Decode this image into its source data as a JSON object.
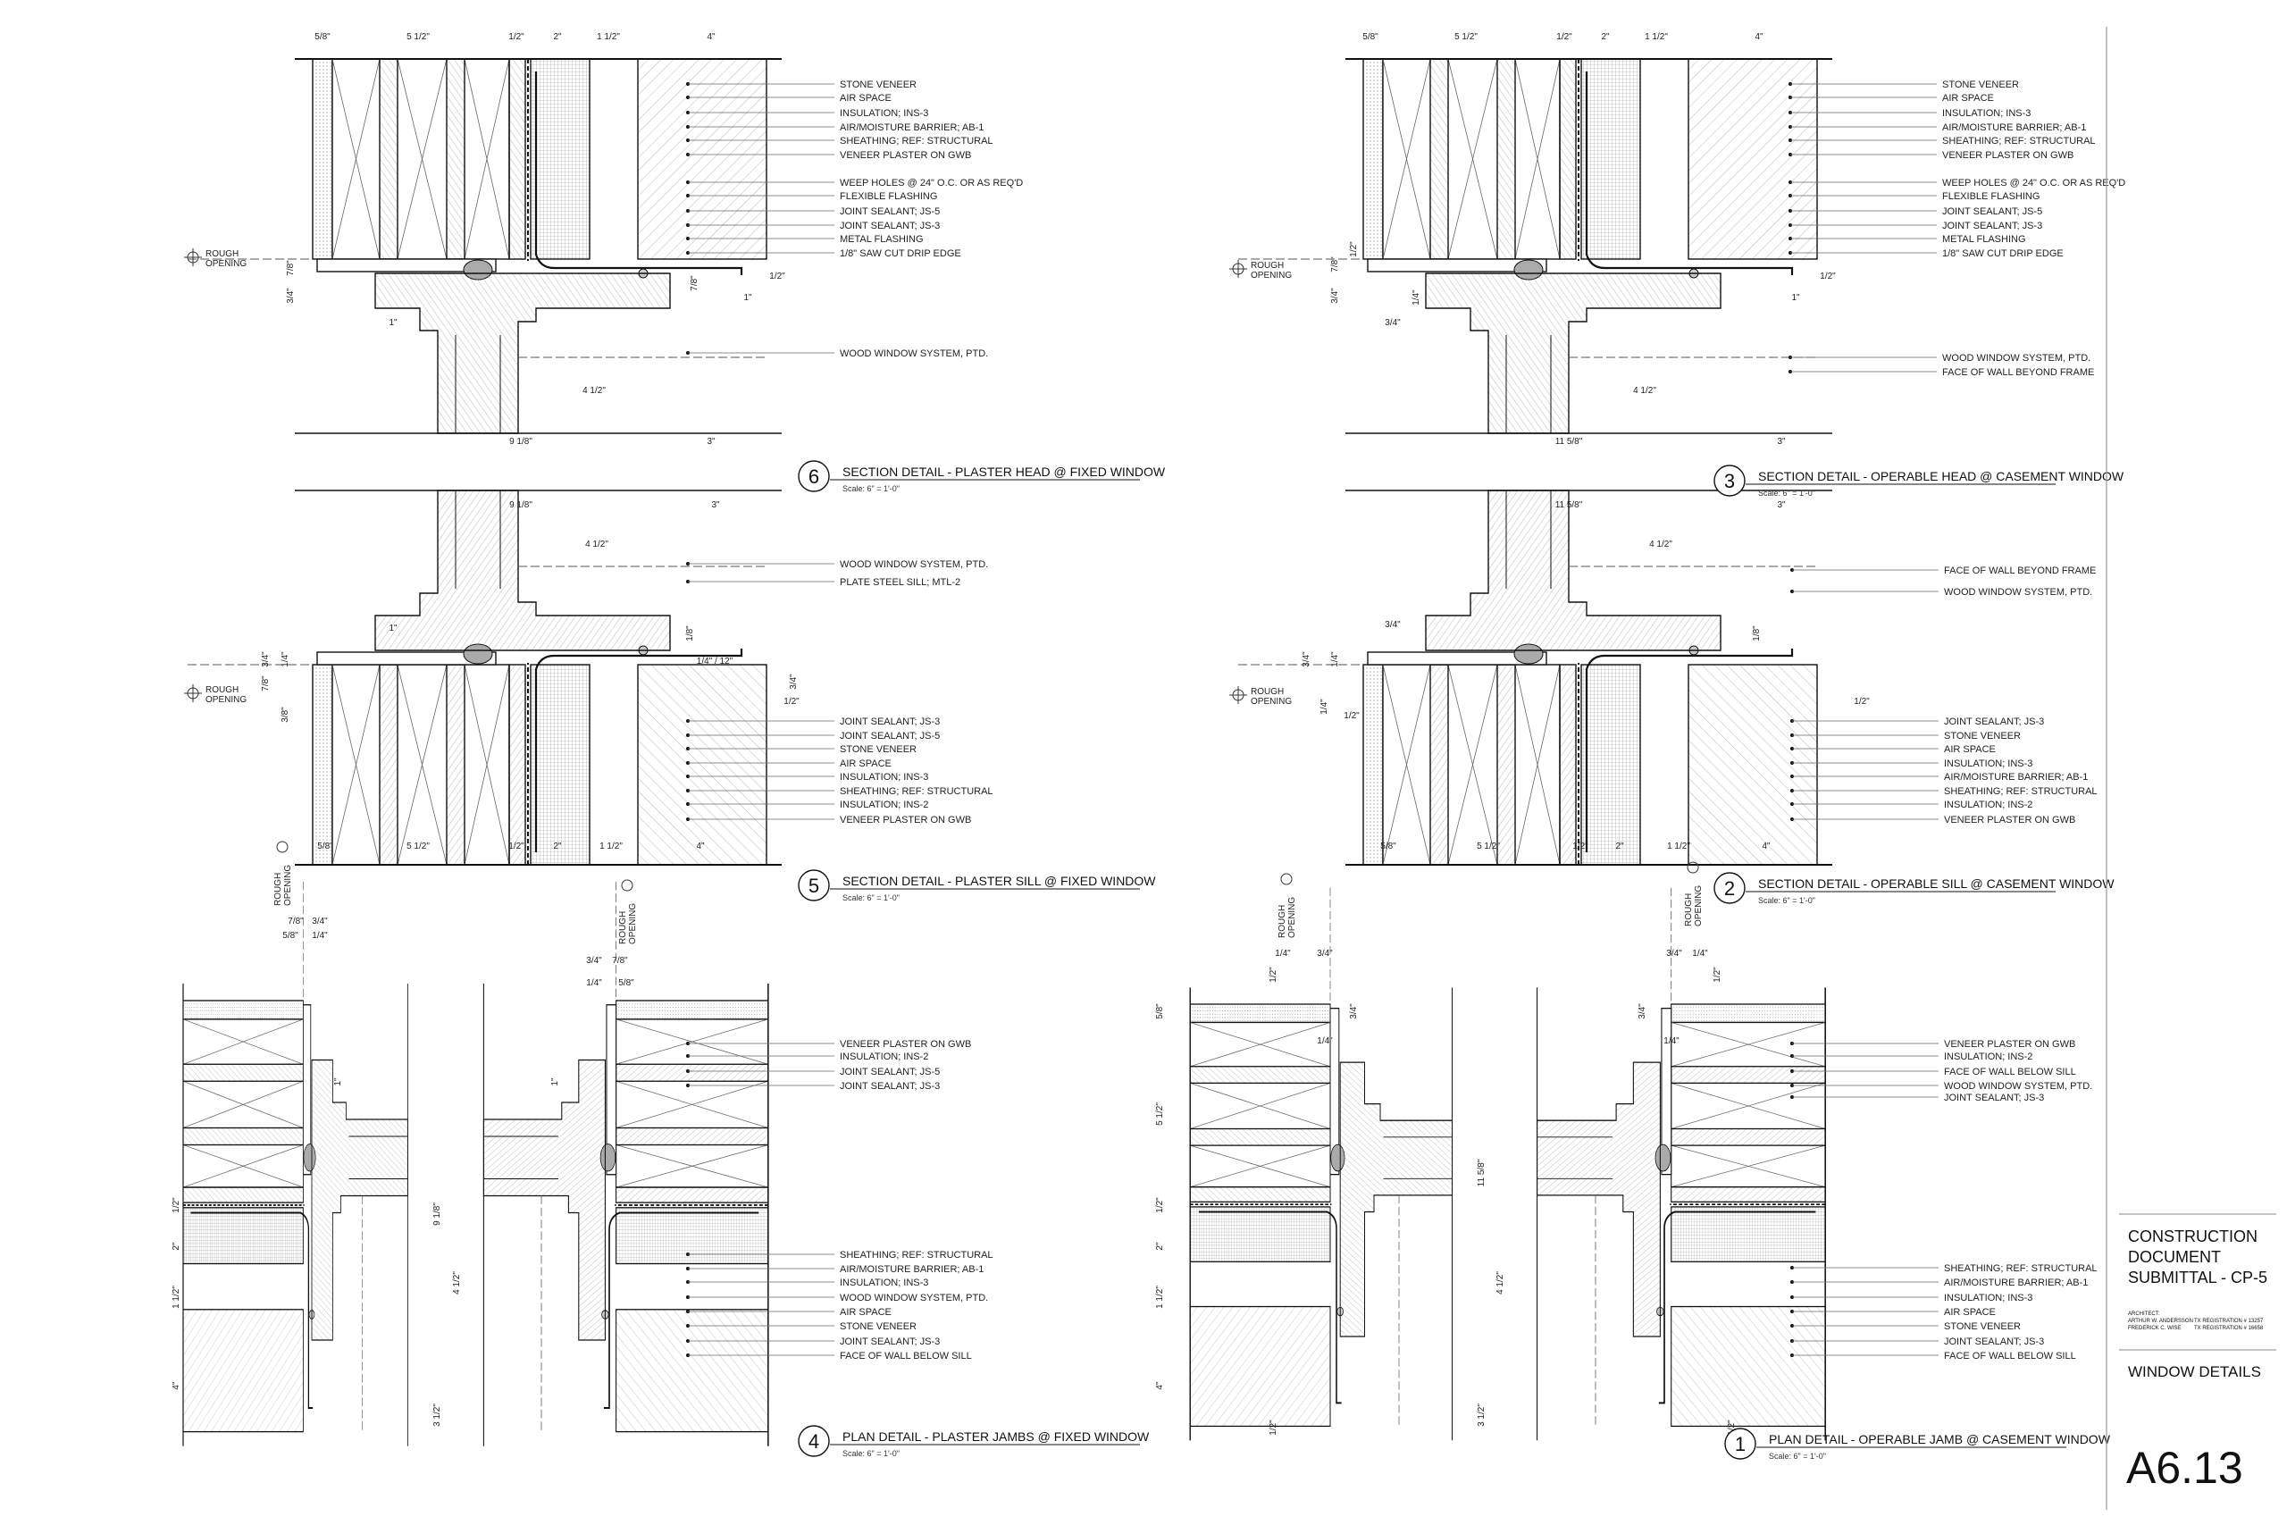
{
  "sheet": {
    "title_lines": [
      "CONSTRUCTION",
      "DOCUMENT",
      "SUBMITTAL - CP-5"
    ],
    "architect_label": "ARCHITECT:",
    "architects": [
      {
        "name": "ARTHUR W. ANDERSSON",
        "reg": "TX REGISTRATION # 13257"
      },
      {
        "name": "FREDERICK C. WISE",
        "reg": "TX REGISTRATION # 16658"
      }
    ],
    "drawing_title": "WINDOW DETAILS",
    "sheet_number": "A6.13"
  },
  "rough_opening": [
    "ROUGH",
    "OPENING"
  ],
  "details": [
    {
      "number": "6",
      "title": "SECTION DETAIL - PLASTER HEAD @ FIXED WINDOW",
      "scale": "Scale:  6\" = 1'-0\"",
      "labels": [
        "STONE VENEER",
        "AIR SPACE",
        "INSULATION; INS-3",
        "AIR/MOISTURE BARRIER; AB-1",
        "SHEATHING; REF: STRUCTURAL",
        "VENEER PLASTER ON GWB",
        "WEEP HOLES @ 24\" O.C. OR AS REQ'D",
        "FLEXIBLE FLASHING",
        "JOINT SEALANT; JS-5",
        "JOINT SEALANT; JS-3",
        "METAL FLASHING",
        "1/8\" SAW CUT DRIP EDGE",
        "WOOD WINDOW SYSTEM, PTD."
      ],
      "dims": [
        "5/8\"",
        "5 1/2\"",
        "1/2\"",
        "2\"",
        "1 1/2\"",
        "4\"",
        "7/8\"",
        "3/4\"",
        "1\"",
        "4 1/2\"",
        "9 1/8\"",
        "3\"",
        "1/2\"",
        "7/8\"",
        "1\""
      ]
    },
    {
      "number": "3",
      "title": "SECTION DETAIL - OPERABLE HEAD @ CASEMENT WINDOW",
      "scale": "Scale:  6\" = 1'-0\"",
      "labels": [
        "STONE VENEER",
        "AIR SPACE",
        "INSULATION; INS-3",
        "AIR/MOISTURE BARRIER; AB-1",
        "SHEATHING; REF: STRUCTURAL",
        "VENEER PLASTER ON GWB",
        "WEEP HOLES @ 24\" O.C. OR AS REQ'D",
        "FLEXIBLE FLASHING",
        "JOINT SEALANT; JS-5",
        "JOINT SEALANT; JS-3",
        "METAL FLASHING",
        "1/8\" SAW CUT DRIP EDGE",
        "WOOD WINDOW SYSTEM, PTD.",
        "FACE OF WALL BEYOND FRAME"
      ],
      "dims": [
        "5/8\"",
        "5 1/2\"",
        "1/2\"",
        "2\"",
        "1 1/2\"",
        "4\"",
        "1/2\"",
        "7/8\"",
        "3/4\"",
        "1/4\"",
        "3/4\"",
        "4 1/2\"",
        "11 5/8\"",
        "3\"",
        "1/2\"",
        "1\""
      ]
    },
    {
      "number": "5",
      "title": "SECTION DETAIL - PLASTER SILL @ FIXED WINDOW",
      "scale": "Scale:  6\" = 1'-0\"",
      "labels": [
        "WOOD WINDOW SYSTEM, PTD.",
        "PLATE STEEL SILL; MTL-2",
        "JOINT SEALANT; JS-3",
        "JOINT SEALANT; JS-5",
        "STONE VENEER",
        "AIR SPACE",
        "INSULATION; INS-3",
        "SHEATHING; REF: STRUCTURAL",
        "INSULATION; INS-2",
        "VENEER PLASTER ON GWB"
      ],
      "dims": [
        "9 1/8\"",
        "3\"",
        "4 1/2\"",
        "1\"",
        "3/4\"",
        "1/4\"",
        "7/8\"",
        "3/8\"",
        "1/8\"",
        "1/4\" / 12\"",
        "3/4\"",
        "1/2\"",
        "5/8\"",
        "5 1/2\"",
        "1/2\"",
        "2\"",
        "1 1/2\"",
        "4\""
      ]
    },
    {
      "number": "2",
      "title": "SECTION DETAIL - OPERABLE SILL @ CASEMENT WINDOW",
      "scale": "Scale:  6\" = 1'-0\"",
      "labels": [
        "FACE OF WALL BEYOND FRAME",
        "WOOD WINDOW SYSTEM, PTD.",
        "JOINT SEALANT; JS-3",
        "STONE VENEER",
        "AIR SPACE",
        "INSULATION; INS-3",
        "AIR/MOISTURE BARRIER; AB-1",
        "SHEATHING; REF: STRUCTURAL",
        "INSULATION; INS-2",
        "VENEER PLASTER ON GWB"
      ],
      "dims": [
        "11 5/8\"",
        "3\"",
        "4 1/2\"",
        "3/4\"",
        "3/4\"",
        "1/4\"",
        "1/8\"",
        "1/2\"",
        "1/4\"",
        "1/2\"",
        "5/8\"",
        "5 1/2\"",
        "1/2\"",
        "2\"",
        "1 1/2\"",
        "4\""
      ]
    },
    {
      "number": "4",
      "title": "PLAN DETAIL - PLASTER JAMBS @ FIXED WINDOW",
      "scale": "Scale:  6\" = 1'-0\"",
      "labels": [
        "VENEER PLASTER ON GWB",
        "INSULATION; INS-2",
        "JOINT SEALANT; JS-5",
        "JOINT SEALANT; JS-3",
        "SHEATHING; REF: STRUCTURAL",
        "AIR/MOISTURE BARRIER; AB-1",
        "INSULATION; INS-3",
        "WOOD WINDOW SYSTEM, PTD.",
        "AIR SPACE",
        "STONE VENEER",
        "JOINT SEALANT; JS-3",
        "FACE OF WALL BELOW SILL"
      ],
      "dims": [
        "7/8\"",
        "3/4\"",
        "5/8\"",
        "1/4\"",
        "3/4\"",
        "7/8\"",
        "1/4\"",
        "5/8\"",
        "1\"",
        "1\"",
        "1/2\"",
        "2\"",
        "1 1/2\"",
        "4\"",
        "9 1/8\"",
        "4 1/2\"",
        "3 1/2\""
      ]
    },
    {
      "number": "1",
      "title": "PLAN DETAIL - OPERABLE JAMB @ CASEMENT WINDOW",
      "scale": "Scale:  6\" = 1'-0\"",
      "labels": [
        "VENEER PLASTER ON GWB",
        "INSULATION; INS-2",
        "FACE OF WALL BELOW SILL",
        "WOOD WINDOW SYSTEM, PTD.",
        "JOINT SEALANT; JS-3",
        "SHEATHING; REF: STRUCTURAL",
        "AIR/MOISTURE BARRIER; AB-1",
        "INSULATION; INS-3",
        "AIR SPACE",
        "STONE VENEER",
        "JOINT SEALANT; JS-3",
        "FACE OF WALL BELOW SILL"
      ],
      "dims": [
        "1/4\"",
        "3/4\"",
        "1/2\"",
        "3/4\"",
        "1/4\"",
        "5/8\"",
        "5 1/2\"",
        "1/2\"",
        "2\"",
        "1 1/2\"",
        "4\"",
        "11 5/8\"",
        "4 1/2\"",
        "3 1/2\"",
        "3/4\"",
        "1/4\"",
        "1/2\"",
        "3/4\"",
        "1/4\"",
        "1/2\"",
        "1/2\""
      ]
    }
  ]
}
